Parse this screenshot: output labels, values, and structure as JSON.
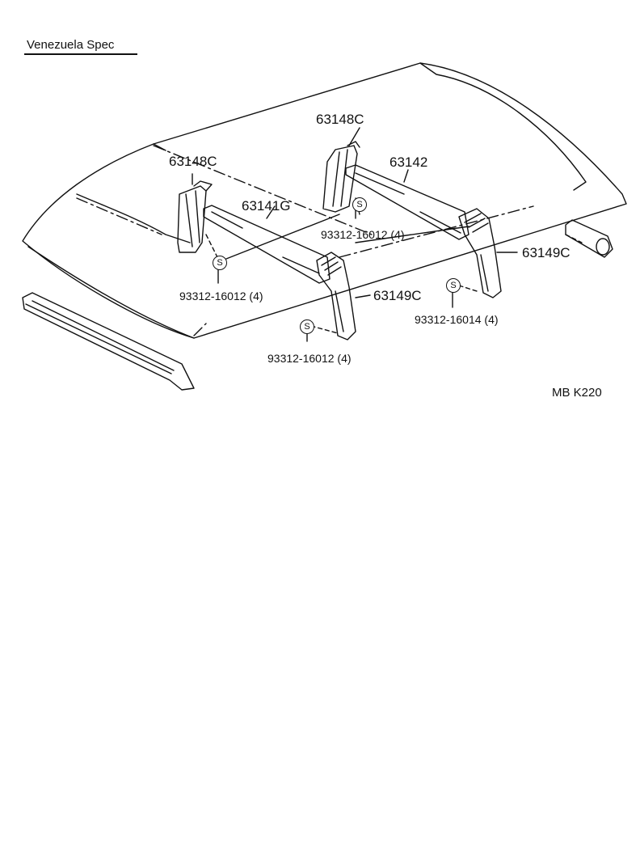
{
  "header": {
    "spec_label": "Venezuela Spec"
  },
  "parts": {
    "bracket_left": "63148C",
    "bracket_center": "63148C",
    "bow_front": "63141G",
    "bow_rear": "63142",
    "support_front": "63149C",
    "support_rear": "63149C"
  },
  "screws": {
    "left": "93312-16012 (4)",
    "center_top": "93312-16012 (4)",
    "front_bottom": "93312-16012 (4)",
    "rear_right": "93312-16014 (4)",
    "symbol": "S"
  },
  "footer": {
    "code": "MB  K220"
  }
}
